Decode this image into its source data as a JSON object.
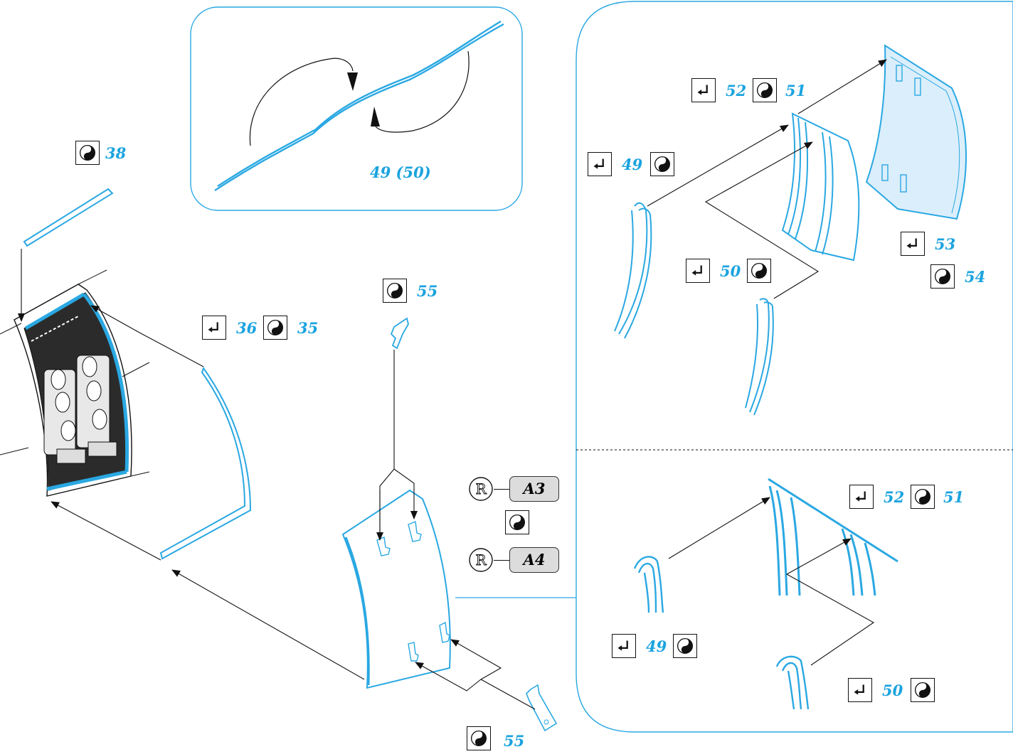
{
  "colors": {
    "part_blue": "#2aa8e2",
    "label_blue": "#1aa3df",
    "line": "#111111",
    "fill_light": "#dbeefb",
    "ref_box_fill": "#dcdcdc"
  },
  "icons": {
    "fold": "fold-icon",
    "part": "yin-yang-part-icon",
    "ref": "registered-r-icon"
  },
  "labels": {
    "p38": "38",
    "p36": "36",
    "p35": "35",
    "p4950": "49 (50)",
    "p55_top": "55",
    "p55_bottom": "55",
    "p52_top": "52",
    "p51_top": "51",
    "p49_top": "49",
    "p50_top": "50",
    "p53": "53",
    "p54": "54",
    "p52_bottom": "52",
    "p51_bottom": "51",
    "p49_bottom": "49",
    "p50_bottom": "50",
    "ref_a3": "A3",
    "ref_a4": "A4"
  }
}
